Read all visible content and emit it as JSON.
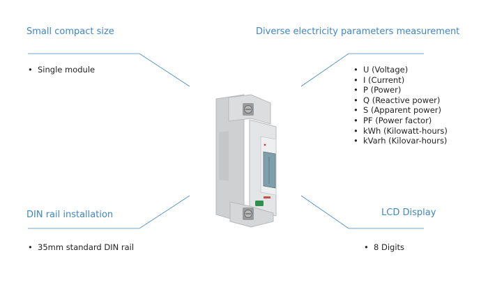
{
  "features": {
    "top_left": {
      "title": "Small compact size",
      "bullets": [
        "Single module"
      ]
    },
    "top_right": {
      "title": "Diverse electricity parameters measurement",
      "bullets": [
        "U (Voltage)",
        "I (Current)",
        "P (Power)",
        "Q (Reactive power)",
        "S (Apparent power)",
        "PF (Power factor)",
        "kWh (Kilowatt-hours)",
        "kVarh (Kilovar-hours)"
      ]
    },
    "bottom_left": {
      "title": "DIN rail installation",
      "bullets": [
        "35mm standard DIN rail"
      ]
    },
    "bottom_right": {
      "title": "LCD Display",
      "bullets": [
        "8 Digits"
      ]
    }
  },
  "colors": {
    "accent": "#3f86c6",
    "device_body": "#d9dadc",
    "lcd": "#7fa0ab",
    "terminal_green": "#2f8f4e"
  }
}
